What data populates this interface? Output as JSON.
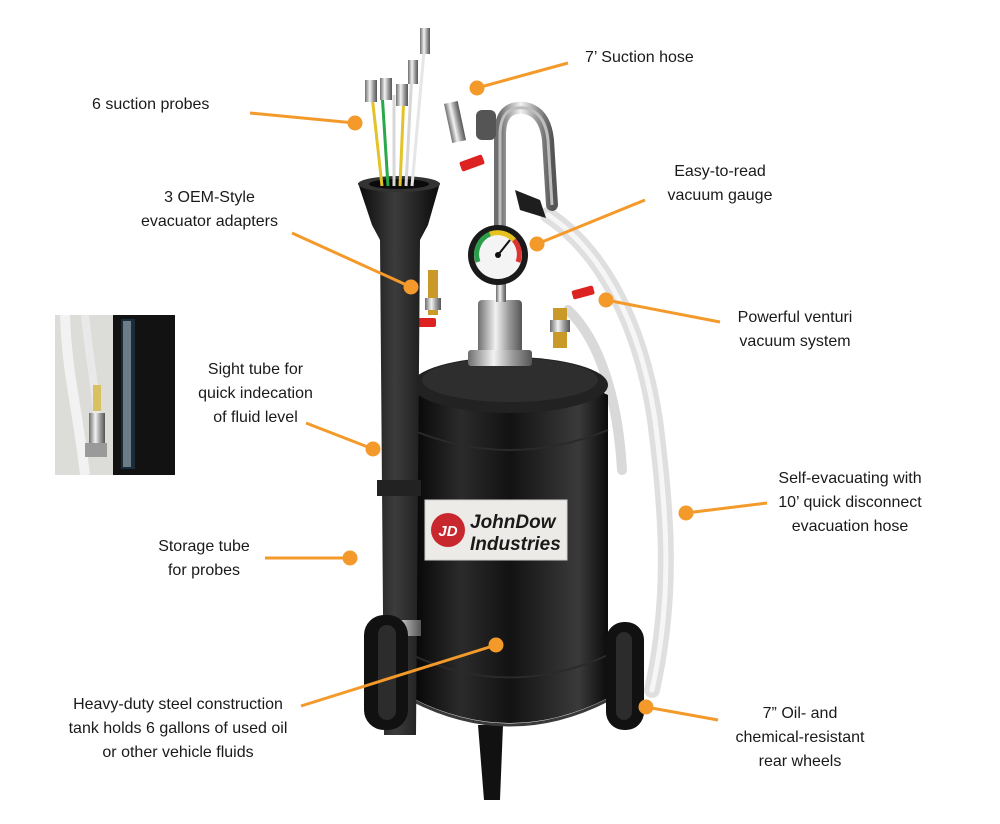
{
  "product": {
    "brand_logo_mark": "JD",
    "brand_name_line1": "JohnDow",
    "brand_name_line2": "Industries"
  },
  "callouts": {
    "suction_hose": [
      "7’ Suction hose"
    ],
    "suction_probes": [
      "6 suction probes"
    ],
    "vacuum_gauge": [
      "Easy-to-read",
      "vacuum gauge"
    ],
    "evacuator_adapters": [
      "3 OEM-Style",
      "evacuator adapters"
    ],
    "venturi": [
      "Powerful venturi",
      "vacuum system"
    ],
    "sight_tube": [
      "Sight tube for",
      "quick indecation",
      "of fluid level"
    ],
    "evacuation_hose": [
      "Self-evacuating with",
      "10’ quick disconnect",
      "evacuation hose"
    ],
    "storage_tube": [
      "Storage tube",
      "for probes"
    ],
    "steel_tank": [
      "Heavy-duty steel construction",
      "tank holds 6 gallons of used oil",
      "or other vehicle fluids"
    ],
    "rear_wheels": [
      "7” Oil- and",
      "chemical-resistant",
      "rear wheels"
    ]
  },
  "colors": {
    "accent": "#F39A2B",
    "tank": "#151515",
    "text": "#1a1a1a",
    "logo_red": "#C8282D"
  }
}
